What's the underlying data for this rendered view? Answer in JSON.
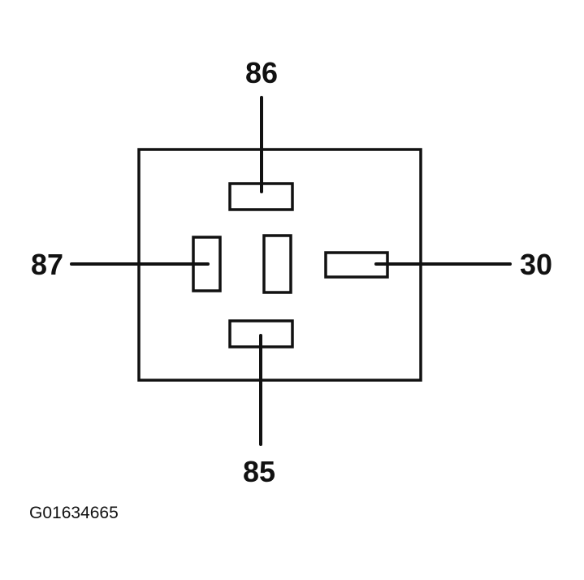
{
  "pins": {
    "top": "86",
    "bottom": "85",
    "left": "87",
    "right": "30"
  },
  "figure_id": "G01634665"
}
